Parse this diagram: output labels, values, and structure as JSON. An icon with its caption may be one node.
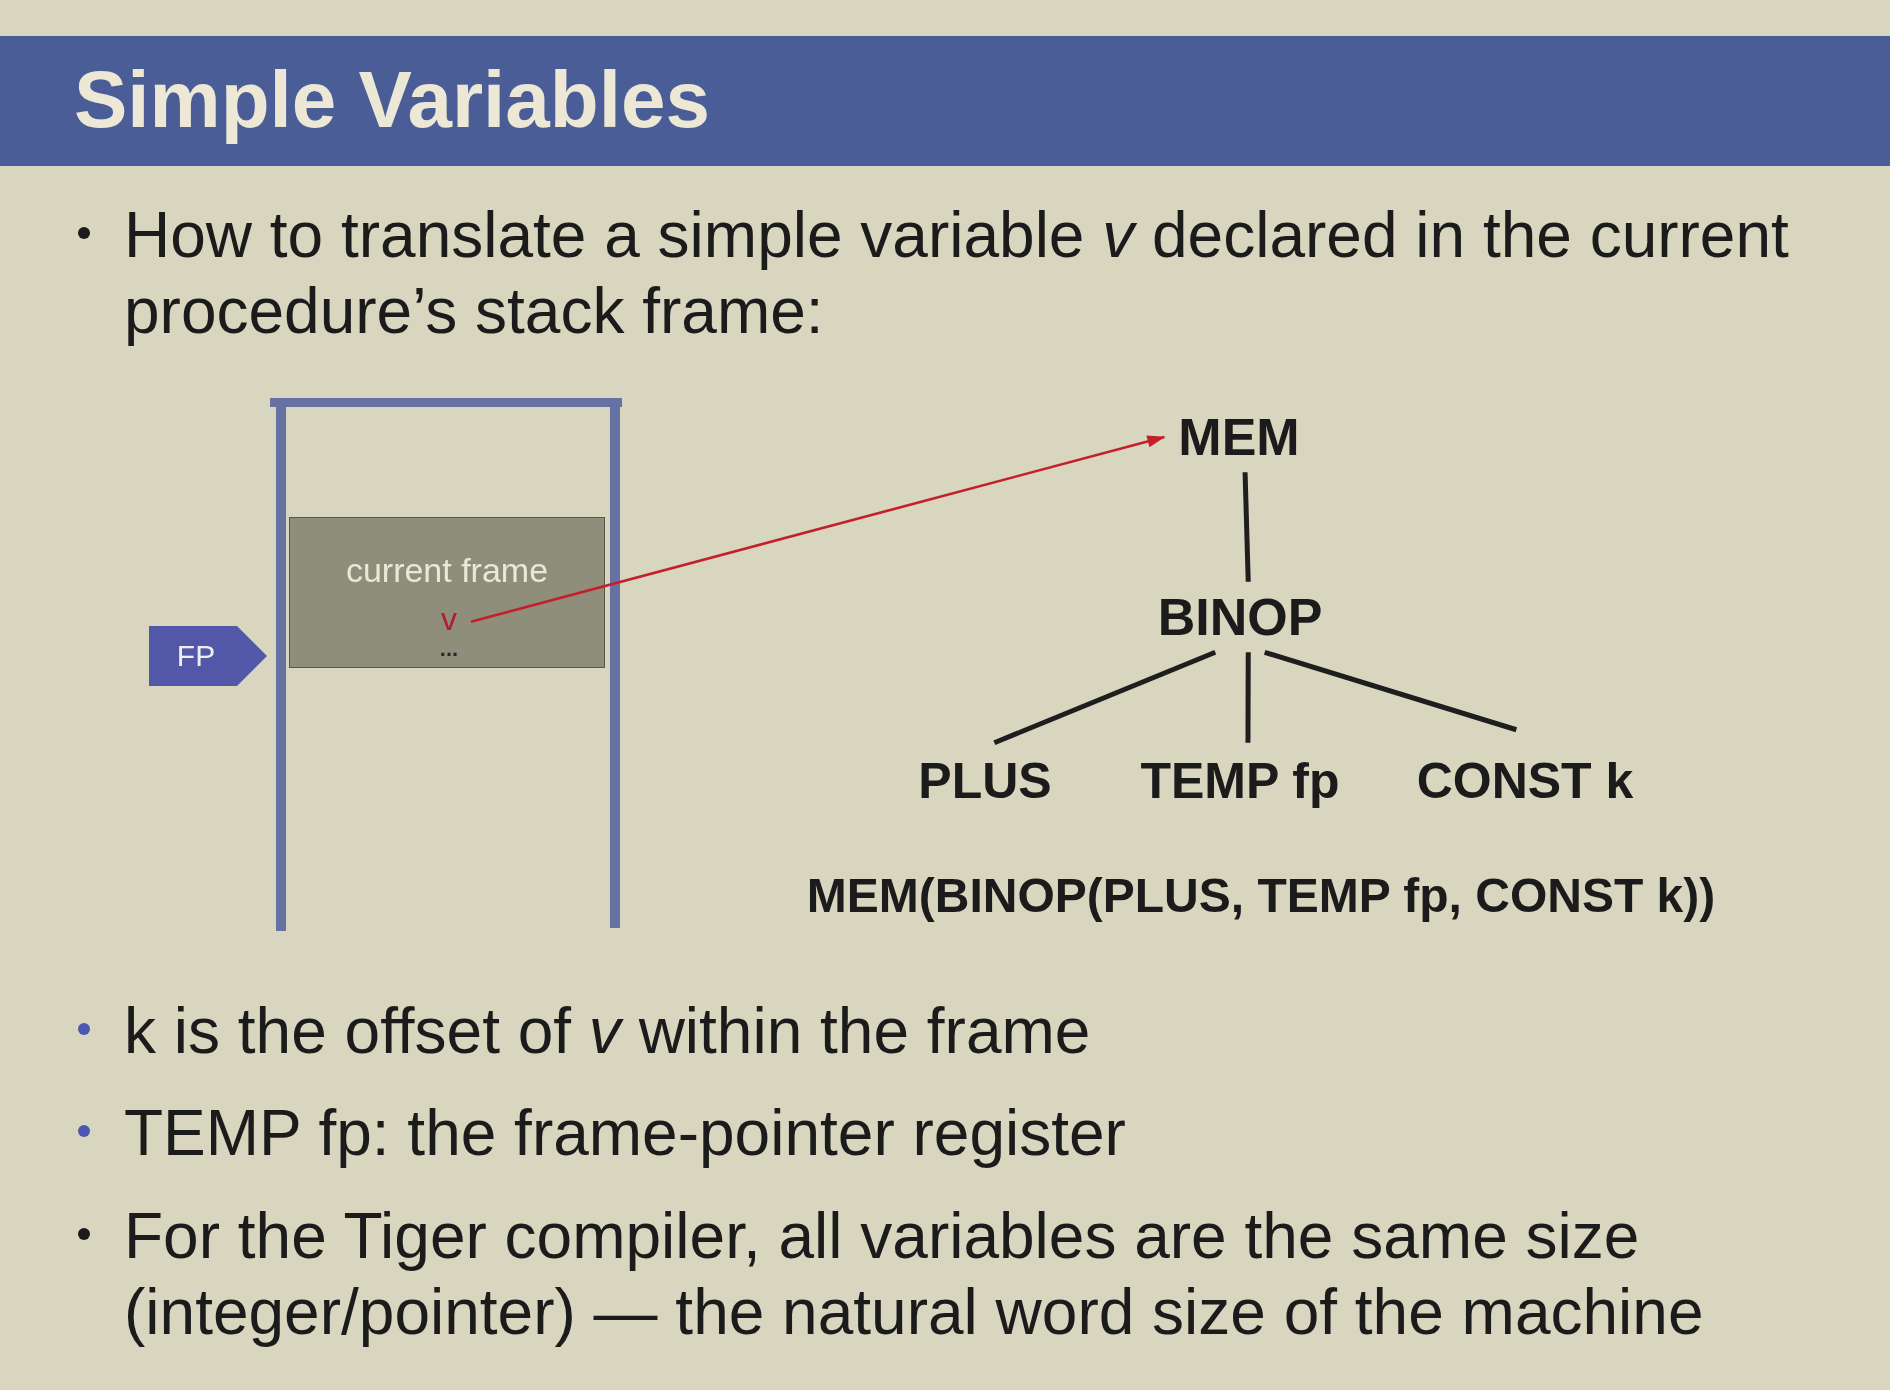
{
  "diagram": {
    "title": "Simple Variables",
    "nodes": [
      {
        "text": [
          "current frame",
          "..."
        ]
      },
      {
        "text": [
          "v"
        ],
        "in": 0
      },
      {
        "text": [
          "FP"
        ]
      },
      {
        "text": [
          "MEM"
        ]
      },
      {
        "text": [
          "BINOP"
        ]
      },
      {
        "text": [
          "PLUS"
        ]
      },
      {
        "text": [
          "TEMP fp"
        ]
      },
      {
        "text": [
          "CONST k"
        ]
      }
    ],
    "edges": [
      {
        "from": 1,
        "to": 3,
        "arrow": "to",
        "color": "#c4202c"
      },
      {
        "from": 3,
        "to": 4,
        "arrow": "none"
      },
      {
        "from": 4,
        "to": 5,
        "arrow": "none"
      },
      {
        "from": 4,
        "to": 6,
        "arrow": "none"
      },
      {
        "from": 4,
        "to": 7,
        "arrow": "none"
      }
    ],
    "labels": [
      "How to translate a simple variable *v* declared in the current procedure’s stack frame:",
      "MEM(BINOP(PLUS, TEMP fp, CONST k))",
      "k is the offset of *v* within the frame",
      "TEMP fp: the frame-pointer register",
      "For the Tiger compiler, all variables are the same size (integer/pointer) — the natural word size of the machine"
    ]
  }
}
